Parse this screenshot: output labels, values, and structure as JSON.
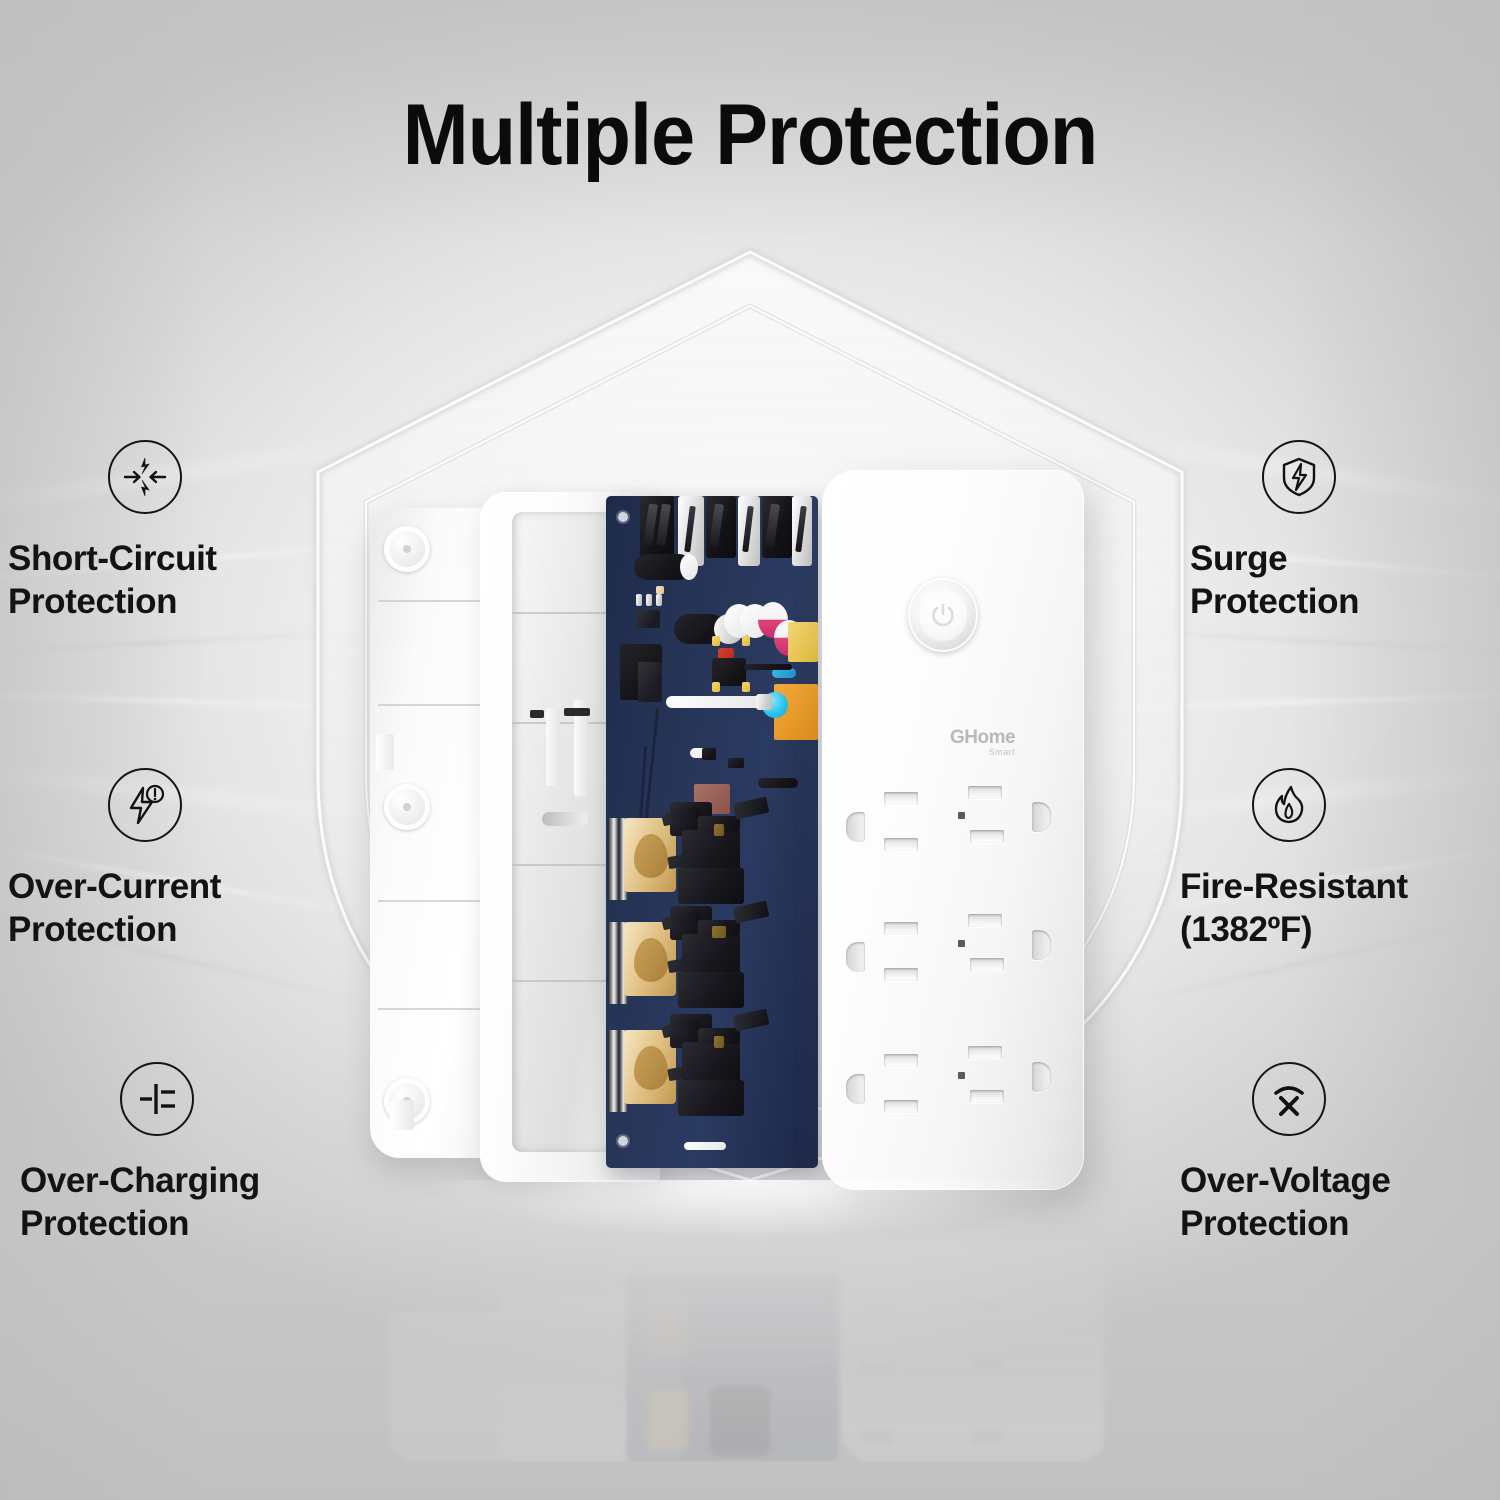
{
  "title": "Multiple Protection",
  "features": {
    "left": [
      {
        "id": "short-circuit",
        "icon": "short-circuit-icon",
        "label": "Short-Circuit\nProtection",
        "line1": "Short-Circuit",
        "line2": "Protection"
      },
      {
        "id": "over-current",
        "icon": "over-current-icon",
        "label": "Over-Current\nProtection",
        "line1": "Over-Current",
        "line2": "Protection"
      },
      {
        "id": "over-charging",
        "icon": "over-charging-icon",
        "label": "Over-Charging\nProtection",
        "line1": "Over-Charging",
        "line2": "Protection"
      }
    ],
    "right": [
      {
        "id": "surge",
        "icon": "shield-bolt-icon",
        "label": "Surge\nProtection",
        "line1": "Surge",
        "line2": "Protection"
      },
      {
        "id": "fire-resistant",
        "icon": "flame-icon",
        "label": "Fire-Resistant\n(1382ºF)",
        "line1": "Fire-Resistant",
        "line2": "(1382ºF)"
      },
      {
        "id": "over-voltage",
        "icon": "over-voltage-icon",
        "label": "Over-Voltage\nProtection",
        "line1": "Over-Voltage",
        "line2": "Protection"
      }
    ]
  },
  "product": {
    "brand": "GHome",
    "brand_sub": "Smart",
    "power_button": "power-symbol",
    "outlet_count": 6
  },
  "colors": {
    "text": "#131313",
    "background_center": "#fbfbfb",
    "background_edge": "#cacaca",
    "pcb": "#253355",
    "brass": "#d9ae63",
    "accent_pink": "#e0437a",
    "accent_cyan": "#2cc3ef",
    "accent_orange": "#f0a93c",
    "accent_yellow": "#e3bb3c"
  }
}
